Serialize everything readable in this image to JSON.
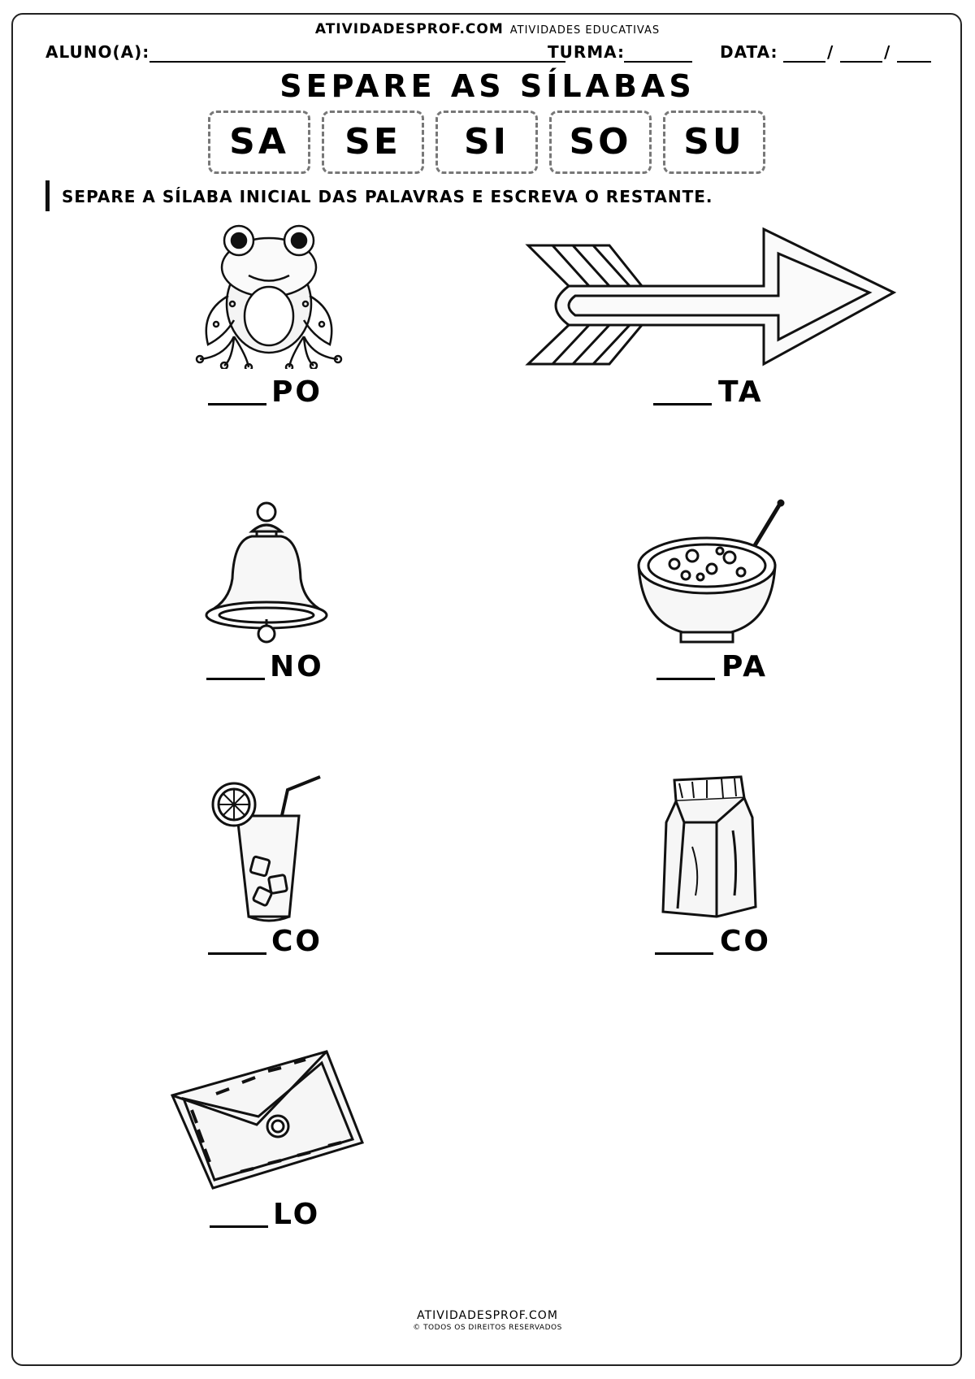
{
  "header": {
    "site": "ATIVIDADESPROF.COM",
    "subtitle": "ATIVIDADES EDUCATIVAS",
    "student_label": "ALUNO(A):",
    "class_label": "TURMA:",
    "date_label": "DATA:",
    "date_separator": "/"
  },
  "title": "SEPARE AS SÍLABAS",
  "syllables": [
    "SA",
    "SE",
    "SI",
    "SO",
    "SU"
  ],
  "instruction": "SEPARE A SÍLABA INICIAL DAS PALAVRAS E ESCREVA O RESTANTE.",
  "items": [
    {
      "icon": "frog-icon",
      "suffix": "PO"
    },
    {
      "icon": "arrow-icon",
      "suffix": "TA"
    },
    {
      "icon": "bell-icon",
      "suffix": "NO"
    },
    {
      "icon": "soup-bowl-icon",
      "suffix": "PA"
    },
    {
      "icon": "juice-glass-icon",
      "suffix": "CO"
    },
    {
      "icon": "paper-bag-icon",
      "suffix": "CO"
    },
    {
      "icon": "wallet-icon",
      "suffix": "LO"
    }
  ],
  "footer": {
    "site": "ATIVIDADESPROF.COM",
    "rights": "© TODOS OS DIREITOS RESERVADOS"
  }
}
